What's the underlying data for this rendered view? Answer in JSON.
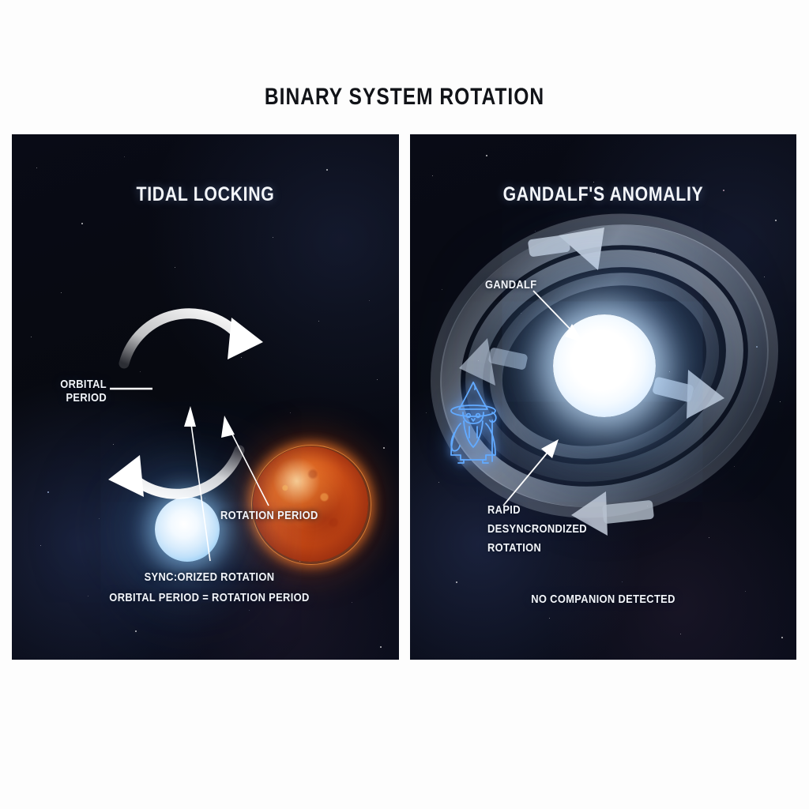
{
  "title": "BINARY SYSTEM ROTATION",
  "panels": {
    "left": {
      "heading": "TIDAL LOCKING",
      "labels": {
        "orbital_period_line1": "ORBITAL",
        "orbital_period_line2": "PERIOD",
        "rotation_period": "ROTATION PERIOD",
        "sync_line1": "SYNC:ORIZED ROTATION",
        "sync_line2": "ORBITAL PERIOD = ROTATION PERIOD"
      },
      "objects": {
        "primary_star": "blue-white-star",
        "companion_star": "orange-red-star",
        "orbit_arrows": "clockwise-rotation-arrows"
      }
    },
    "right": {
      "heading": "GANDALF'S ANOMALIY",
      "labels": {
        "gandalf": "GANDALF",
        "rapid_line1": "RAPID",
        "rapid_line2": "DESYNCRONDIZED",
        "rapid_line3": "ROTATION",
        "no_companion": "NO COMPANION DETECTED"
      },
      "objects": {
        "primary_star": "bright-white-blue-star",
        "swirl_bands": "gray-rotation-rings",
        "figure": "neon-wizard-outline"
      }
    }
  },
  "colors": {
    "page_background": "#fdfdfd",
    "panel_background": "#080b14",
    "title_text": "#111318",
    "label_text": "#f2f5fa",
    "blue_star": "#d8ecfc",
    "orange_star": "#d9561a",
    "wizard_neon": "#5aa8ff",
    "arrow_white": "#f4f6fa",
    "swirl_gray": "#a9b3c0"
  }
}
